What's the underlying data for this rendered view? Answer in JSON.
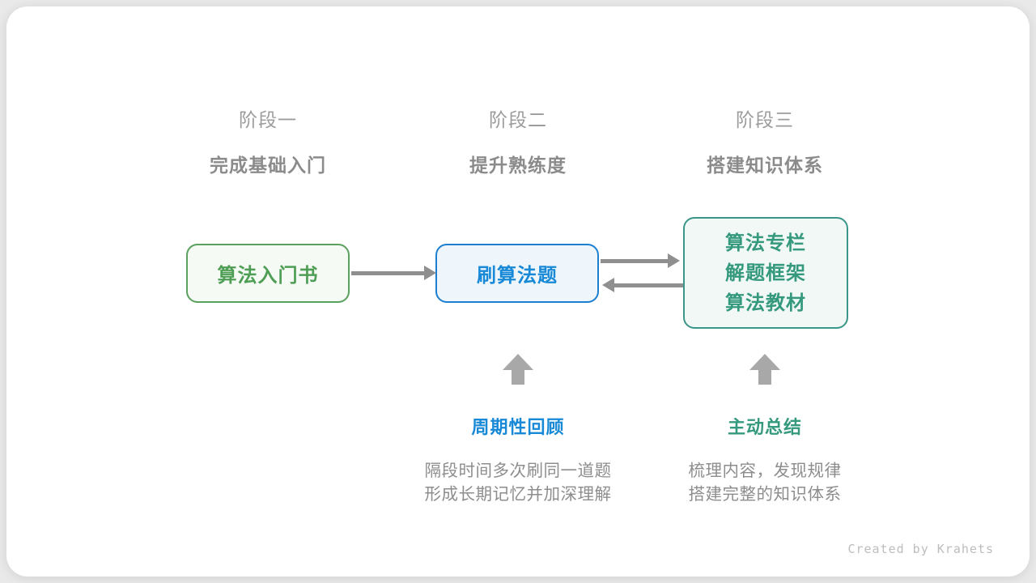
{
  "page": {
    "background_color": "#e9e9e9",
    "card_color": "#ffffff",
    "credit": "Created by Krahets"
  },
  "stages": [
    {
      "label": "阶段一",
      "subtitle": "完成基础入门"
    },
    {
      "label": "阶段二",
      "subtitle": "提升熟练度"
    },
    {
      "label": "阶段三",
      "subtitle": "搭建知识体系"
    }
  ],
  "nodes": {
    "intro_book": {
      "label": "算法入门书",
      "border_color": "#5aa05e",
      "text_color": "#4f9e55",
      "background_color": "#f5faf4"
    },
    "practice": {
      "label": "刷算法题",
      "border_color": "#1d7fd0",
      "text_color": "#1789d6",
      "background_color": "#eef6fc"
    },
    "resources": {
      "lines": [
        "算法专栏",
        "解题框架",
        "算法教材"
      ],
      "border_color": "#3b968a",
      "text_color": "#35997e",
      "background_color": "#f2f8f6"
    }
  },
  "connectors": {
    "arrow_color": "#8f8f8f",
    "up_arrow_color": "#a8a8a8"
  },
  "annotations": {
    "review": {
      "title": "周期性回顾",
      "title_color": "#1789d6",
      "lines": [
        "隔段时间多次刷同一道题",
        "形成长期记忆并加深理解"
      ]
    },
    "summary": {
      "title": "主动总结",
      "title_color": "#35997e",
      "lines": [
        "梳理内容，发现规律",
        "搭建完整的知识体系"
      ]
    }
  }
}
